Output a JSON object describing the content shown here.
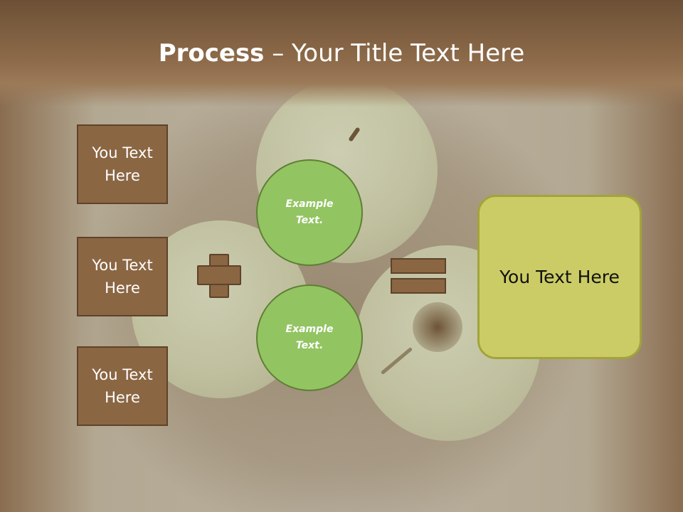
{
  "title": {
    "bold": "Process",
    "rest": " – Your Title Text Here"
  },
  "left_boxes": [
    {
      "label": "You Text Here"
    },
    {
      "label": "You Text Here"
    },
    {
      "label": "You Text Here"
    }
  ],
  "circles": [
    {
      "label": "Example Text."
    },
    {
      "label": "Example Text."
    }
  ],
  "result": {
    "label": "You Text Here"
  },
  "colors": {
    "box_fill": "#8b6643",
    "box_border": "#5e4329",
    "circle_fill": "#93c462",
    "circle_border": "#5f7f35",
    "result_fill": "#cccc66",
    "header": "#8c6a49"
  }
}
